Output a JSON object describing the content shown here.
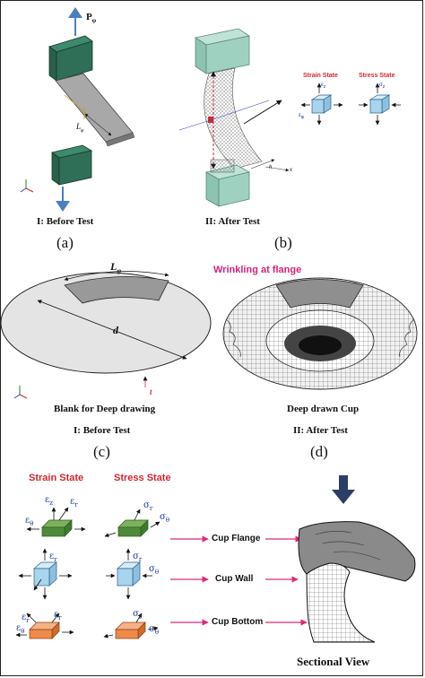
{
  "panel_a": {
    "force": "P",
    "force_sub": "φ",
    "length": "L",
    "length_sub": "φ",
    "caption": "I: Before Test",
    "letter": "(a)"
  },
  "panel_b": {
    "caption": "II: After Test",
    "letter": "(b)",
    "strain_state": "Strain State",
    "stress_state": "Stress State",
    "eps_z": "ε",
    "eps_z_sub": "z",
    "eps_phi": "ε",
    "eps_phi_sub": "φ",
    "sigma_z": "σ",
    "sigma_z_sub": "z",
    "h": "h",
    "x": "x"
  },
  "panel_c": {
    "length": "L",
    "length_sub": "φ",
    "diameter": "d",
    "thickness": "t",
    "blank_label": "Blank for Deep drawing",
    "caption": "I: Before Test",
    "letter": "(c)"
  },
  "panel_d": {
    "annotation": "Wrinkling at flange",
    "cup_label": "Deep drawn Cup",
    "caption": "II: After Test",
    "letter": "(d)"
  },
  "panel_e": {
    "strain_state": "Strain State",
    "stress_state": "Stress State",
    "cup_flange": "Cup Flange",
    "cup_wall": "Cup Wall",
    "cup_bottom": "Cup Bottom",
    "sectional_view": "Sectional View",
    "strain_flange": {
      "a": "ε",
      "a_sub": "z",
      "b": "ε",
      "b_sub": "r",
      "c": "ε",
      "c_sub": "θ"
    },
    "stress_flange": {
      "a": "σ",
      "a_sub": "r",
      "b": "σ",
      "b_sub": "θ"
    },
    "strain_wall": {
      "a": "ε",
      "a_sub": "r"
    },
    "stress_wall": {
      "a": "σ",
      "a_sub": "r",
      "b": "σ",
      "b_sub": "θ"
    },
    "strain_bottom": {
      "a": "ε",
      "a_sub": "r",
      "b": "ε",
      "b_sub": "r",
      "c": "ε",
      "c_sub": "θ"
    },
    "stress_bottom": {
      "a": "σ",
      "a_sub": "r",
      "b": "σ",
      "b_sub": "θ"
    }
  },
  "colors": {
    "green_grip": "#2f6e57",
    "light_grip": "#9fd1c0",
    "green_block": "#4f8a3a",
    "blue_block": "#a9d4ee",
    "orange_block": "#ee8a4a",
    "pink_arrow": "#e0287a",
    "navy_arrow": "#2b3f66",
    "red": "#d3262f",
    "blue": "#1e3a9a"
  }
}
